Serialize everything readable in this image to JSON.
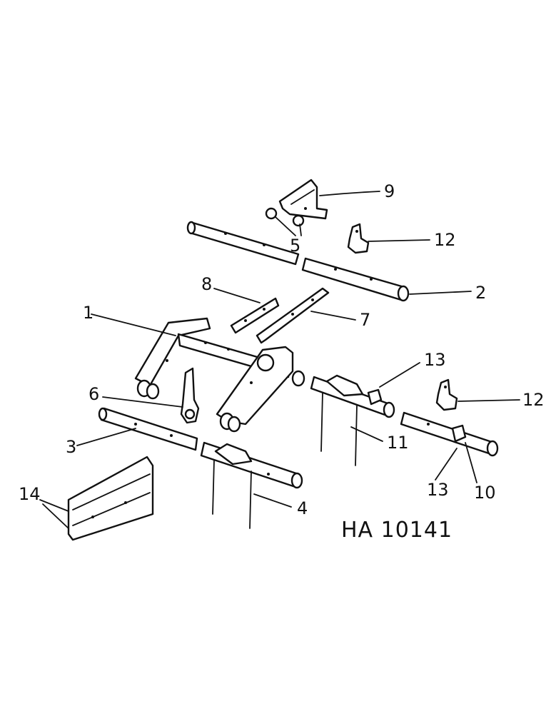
{
  "diagram": {
    "reference_code": "HA 10141",
    "callouts": {
      "p1": "1",
      "p2": "2",
      "p3": "3",
      "p4": "4",
      "p5": "5",
      "p6": "6",
      "p7": "7",
      "p8": "8",
      "p9": "9",
      "p10": "10",
      "p11": "11",
      "p12a": "12",
      "p12b": "12",
      "p13a": "13",
      "p13b": "13",
      "p14": "14"
    }
  }
}
